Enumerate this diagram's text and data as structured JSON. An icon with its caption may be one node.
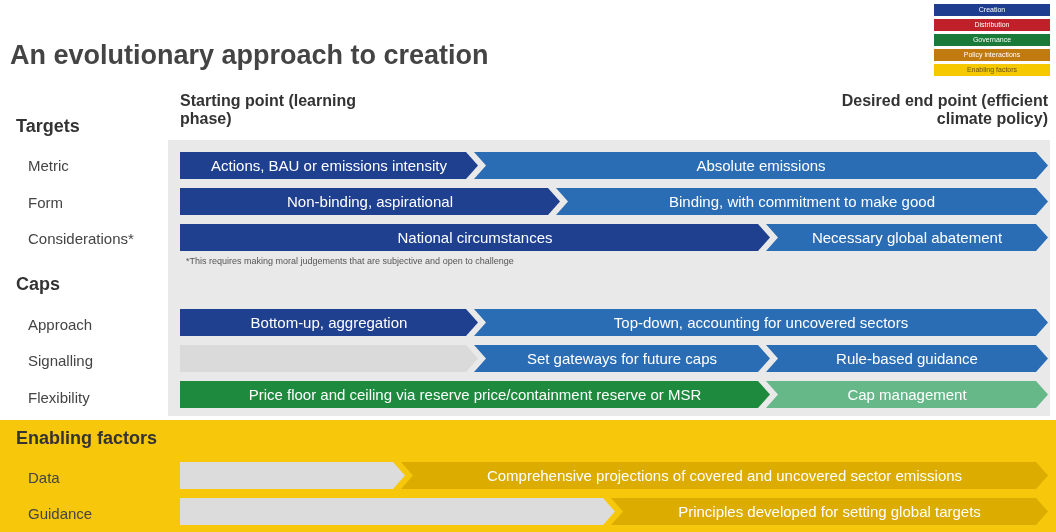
{
  "diagram": {
    "title": "An evolutionary approach to creation",
    "nodes": [
      {
        "text": [
          "Actions, BAU or emissions intensity"
        ]
      },
      {
        "text": [
          "Absolute emissions"
        ]
      },
      {
        "text": [
          "Non-binding, aspirational"
        ]
      },
      {
        "text": [
          "Binding, with commitment to make good"
        ]
      },
      {
        "text": [
          "National circumstances"
        ]
      },
      {
        "text": [
          "Necessary global abatement"
        ]
      },
      {
        "text": [
          "Bottom-up, aggregation"
        ]
      },
      {
        "text": [
          "Top-down, accounting for uncovered sectors"
        ]
      },
      {
        "text": [],
        "shape": "bar"
      },
      {
        "text": [
          "Set gateways for future caps"
        ]
      },
      {
        "text": [
          "Rule-based guidance"
        ]
      },
      {
        "text": [
          "Price floor and ceiling via reserve price/containment reserve or MSR"
        ]
      },
      {
        "text": [
          "Cap management"
        ]
      },
      {
        "text": [],
        "shape": "bar"
      },
      {
        "text": [
          "Comprehensive projections of covered and uncovered sector emissions"
        ]
      },
      {
        "text": [],
        "shape": "bar"
      },
      {
        "text": [
          "Principles developed for setting global targets"
        ]
      }
    ],
    "edges": [],
    "labels": [
      "Starting point (learning phase)",
      "Desired end point (efficient climate policy)",
      "Targets",
      "Metric",
      "Form",
      "Considerations*",
      "*This requires making moral judgements that are subjective and open to challenge",
      "Caps",
      "Approach",
      "Signalling",
      "Flexibility",
      "Enabling factors",
      "Data",
      "Guidance"
    ],
    "legend": [
      {
        "text": "Creation",
        "color": "#1f3d8f"
      },
      {
        "text": "Distribution",
        "color": "#c0202a"
      },
      {
        "text": "Governance",
        "color": "#1a7a3a"
      },
      {
        "text": "Policy interactions",
        "color": "#c07a10"
      },
      {
        "text": "Enabling factors",
        "color": "#f5c800"
      }
    ]
  }
}
